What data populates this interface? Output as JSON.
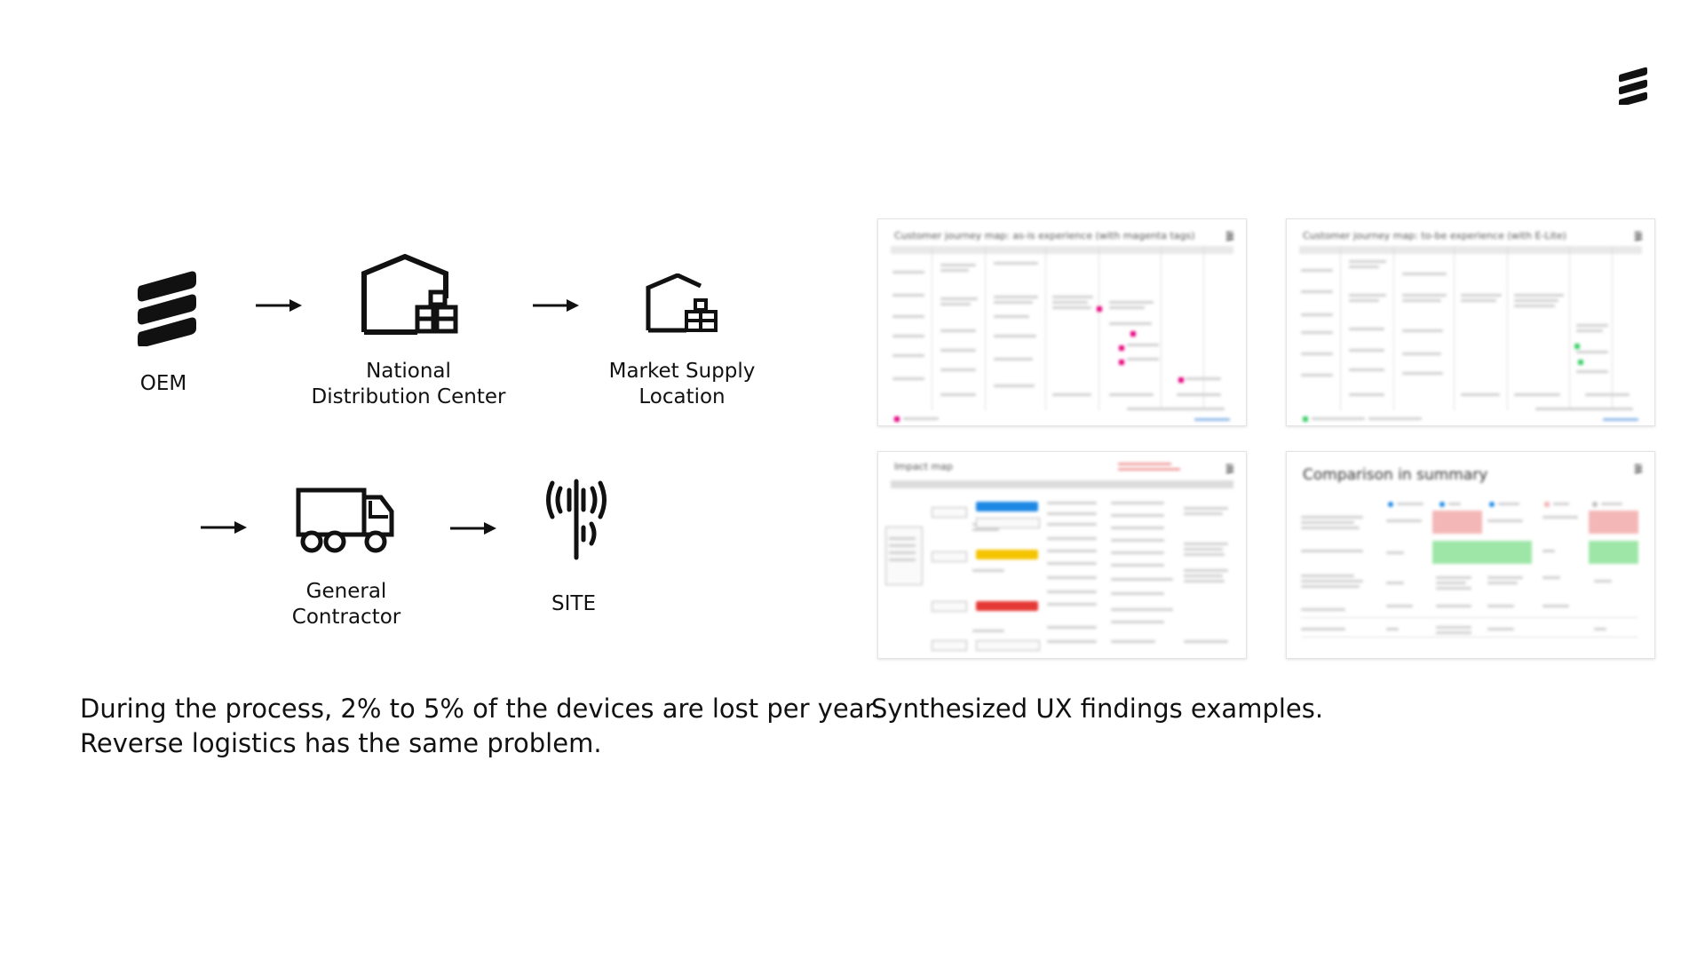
{
  "flow": {
    "oem_label": "OEM",
    "ndc_label": "National\nDistribution Center",
    "msl_label": "Market Supply\nLocation",
    "gc_label": "General\nContractor",
    "site_label": "SITE"
  },
  "captions": {
    "left": "During the process, 2% to 5% of the devices are lost per year.\nReverse logistics has the same problem.",
    "right": "Synthesized UX findings examples."
  },
  "thumbnails": {
    "t1_title": "Customer journey map: as-is experience (with magenta tags)",
    "t2_title": "Customer journey map: to-be experience (with E-Lite)",
    "t3_title": "Impact map",
    "t4_title": "Comparison in summary"
  },
  "icons": {
    "brand_logo": "ericsson-logo-icon",
    "oem": "ericsson-logo-icon",
    "ndc": "warehouse-icon",
    "msl": "small-warehouse-icon",
    "gc": "delivery-truck-icon",
    "site": "radio-tower-icon",
    "arrow": "arrow-right-icon"
  },
  "colors": {
    "ink": "#111111",
    "magenta": "#e6007e",
    "blue": "#1e88e5",
    "yellow": "#f5c400",
    "red": "#e53935",
    "green": "#3ccf6a",
    "pink": "#f4b7b7"
  }
}
